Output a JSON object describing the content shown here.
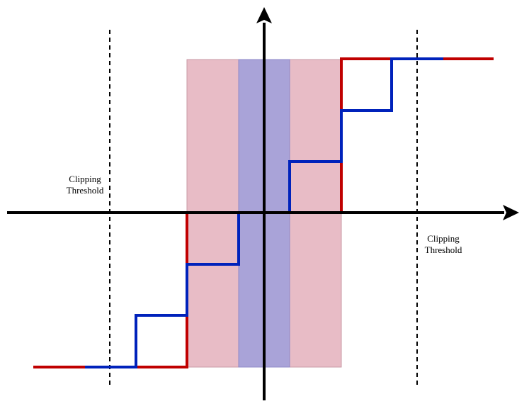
{
  "labels": {
    "clip_left_line1": "Clipping",
    "clip_left_line2": "Threshold",
    "clip_right_line1": "Clipping",
    "clip_right_line2": "Threshold"
  },
  "colors": {
    "coarse_step": "#c00000",
    "fine_step": "#0022bb",
    "wide_band": "#e8bcc6",
    "narrow_band": "#a9a3d8",
    "axes": "#000000"
  }
}
